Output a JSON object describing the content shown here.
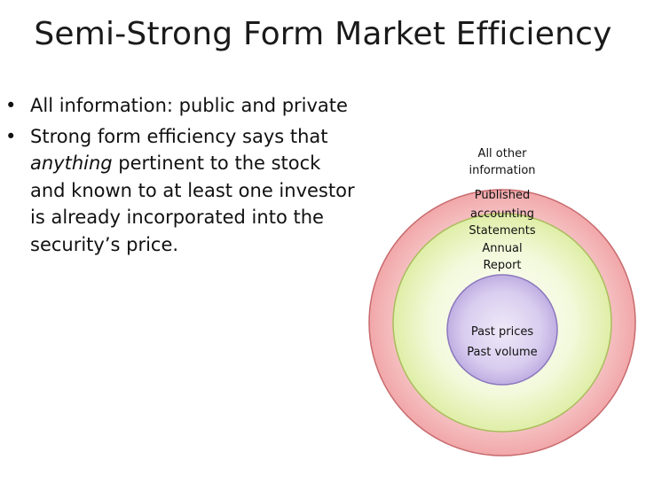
{
  "title": "Semi-Strong Form Market Efficiency",
  "bullets": [
    {
      "parts": [
        {
          "text": "All information: public and private"
        }
      ]
    },
    {
      "parts": [
        {
          "text": "Strong form efficiency says that "
        },
        {
          "text": "anything",
          "italic": true
        },
        {
          "text": " pertinent to the stock and known to at least one investor is already incorporated into the security’s price."
        }
      ]
    }
  ],
  "circles": {
    "outer": {
      "lines": [
        "All other",
        "information"
      ],
      "color": "#f1a7a9"
    },
    "middle": {
      "lines": [
        "Published",
        "accounting",
        "Statements",
        "Annual",
        "Report"
      ],
      "color": "#ebf5bf"
    },
    "inner": {
      "lines": [
        "Past prices",
        "Past volume"
      ],
      "color": "#cdbde8"
    }
  }
}
